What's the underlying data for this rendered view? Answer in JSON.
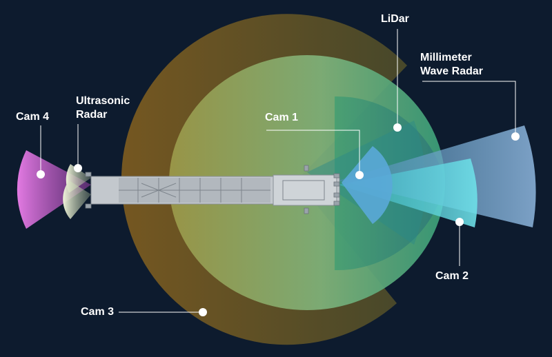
{
  "labels": {
    "cam4": "Cam 4",
    "ultrasonic_line1": "Ultrasonic",
    "ultrasonic_line2": "Radar",
    "cam1": "Cam 1",
    "lidar": "LiDar",
    "mmwave_line1": "Millimeter",
    "mmwave_line2": "Wave Radar",
    "cam2": "Cam 2",
    "cam3": "Cam 3"
  },
  "colors": {
    "background": "#0d1b2e",
    "cam3_zone": "#8a6a2a",
    "lidar_zone": "#7ab87a",
    "green_zone": "#2db87a",
    "cam1_zone": "#5aa9d8",
    "cam2_zone": "#3fd0d8",
    "mmwave_zone": "#8fb8e0",
    "cam4_zone": "#e070e0",
    "ultrasonic_zone": "#e8f0d0",
    "vehicle": "#c0c6cc",
    "leader": "#ffffff"
  }
}
